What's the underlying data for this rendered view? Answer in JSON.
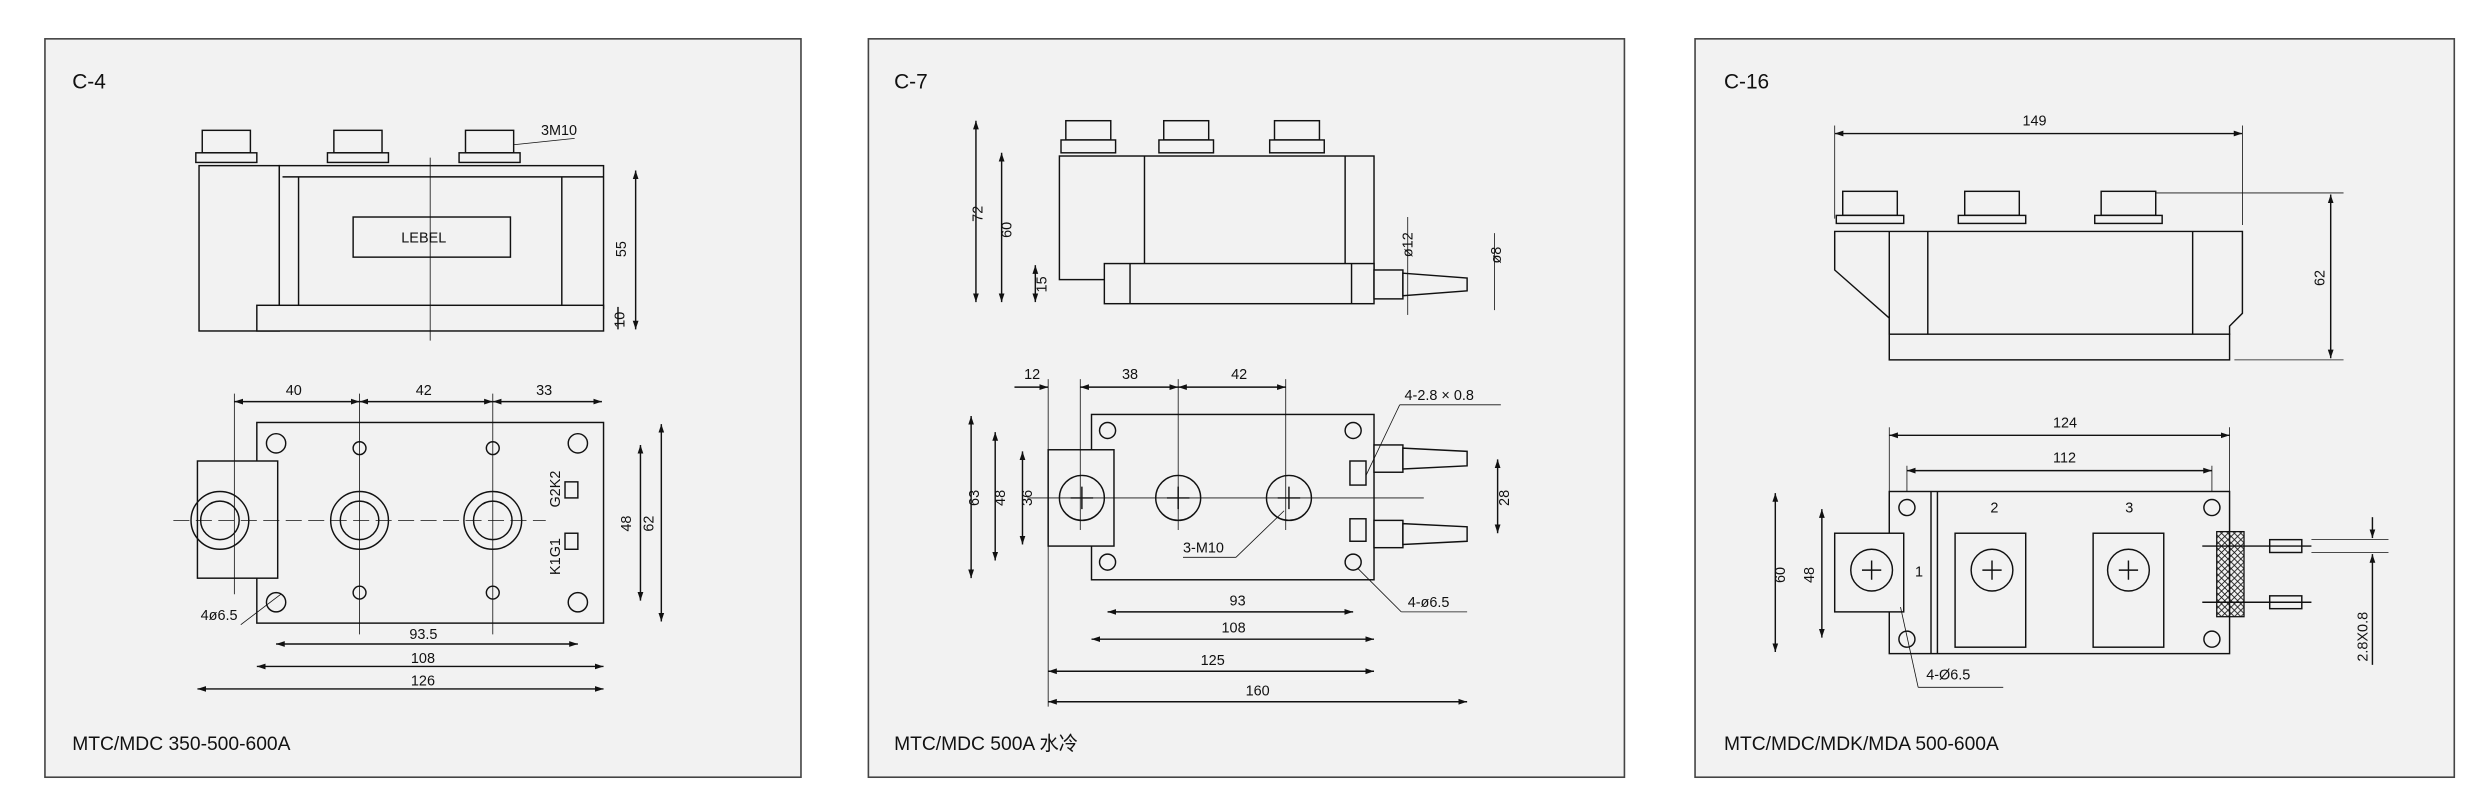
{
  "panels": [
    {
      "id": "C-4",
      "title": "C-4",
      "caption": "MTC/MDC  350-500-600A",
      "label_box": "LEBEL",
      "bolt_note": "3M10",
      "dims": {
        "height": "55",
        "base": "10",
        "pitch1": "40",
        "pitch2": "42",
        "pitch3": "33",
        "hole_span": "93.5",
        "body_len": "108",
        "total_len": "126",
        "hole_pitch_v": "48",
        "width": "62",
        "holes": "4ø6.5"
      },
      "terminals": {
        "upper": "G2K2",
        "lower": "K1G1"
      }
    },
    {
      "id": "C-7",
      "title": "C-7",
      "caption": "MTC/MDC  500A 水冷",
      "dims": {
        "total_h": "72",
        "body_h": "60",
        "base_h": "15",
        "hose_outer": "ø12",
        "hose_inner": "ø8",
        "off": "12",
        "pitch1": "38",
        "pitch2": "42",
        "tab": "4-2.8 × 0.8",
        "width": "63",
        "hole_pitch_v": "48",
        "tab_w": "36",
        "hose_pitch": "28",
        "bolts": "3-M10",
        "holes": "4-ø6.5",
        "hole_span": "93",
        "body_len": "108",
        "len125": "125",
        "total_len": "160"
      }
    },
    {
      "id": "C-16",
      "title": "C-16",
      "caption": "MTC/MDC/MDK/MDA  500-600A",
      "dims": {
        "total_len": "149",
        "height": "62",
        "body_len": "124",
        "hole_span": "112",
        "width": "60",
        "hole_pitch_v": "48",
        "tab": "2.8X0.8",
        "holes": "4-Ø6.5"
      },
      "terminal_labels": [
        "1",
        "2",
        "3"
      ]
    }
  ]
}
